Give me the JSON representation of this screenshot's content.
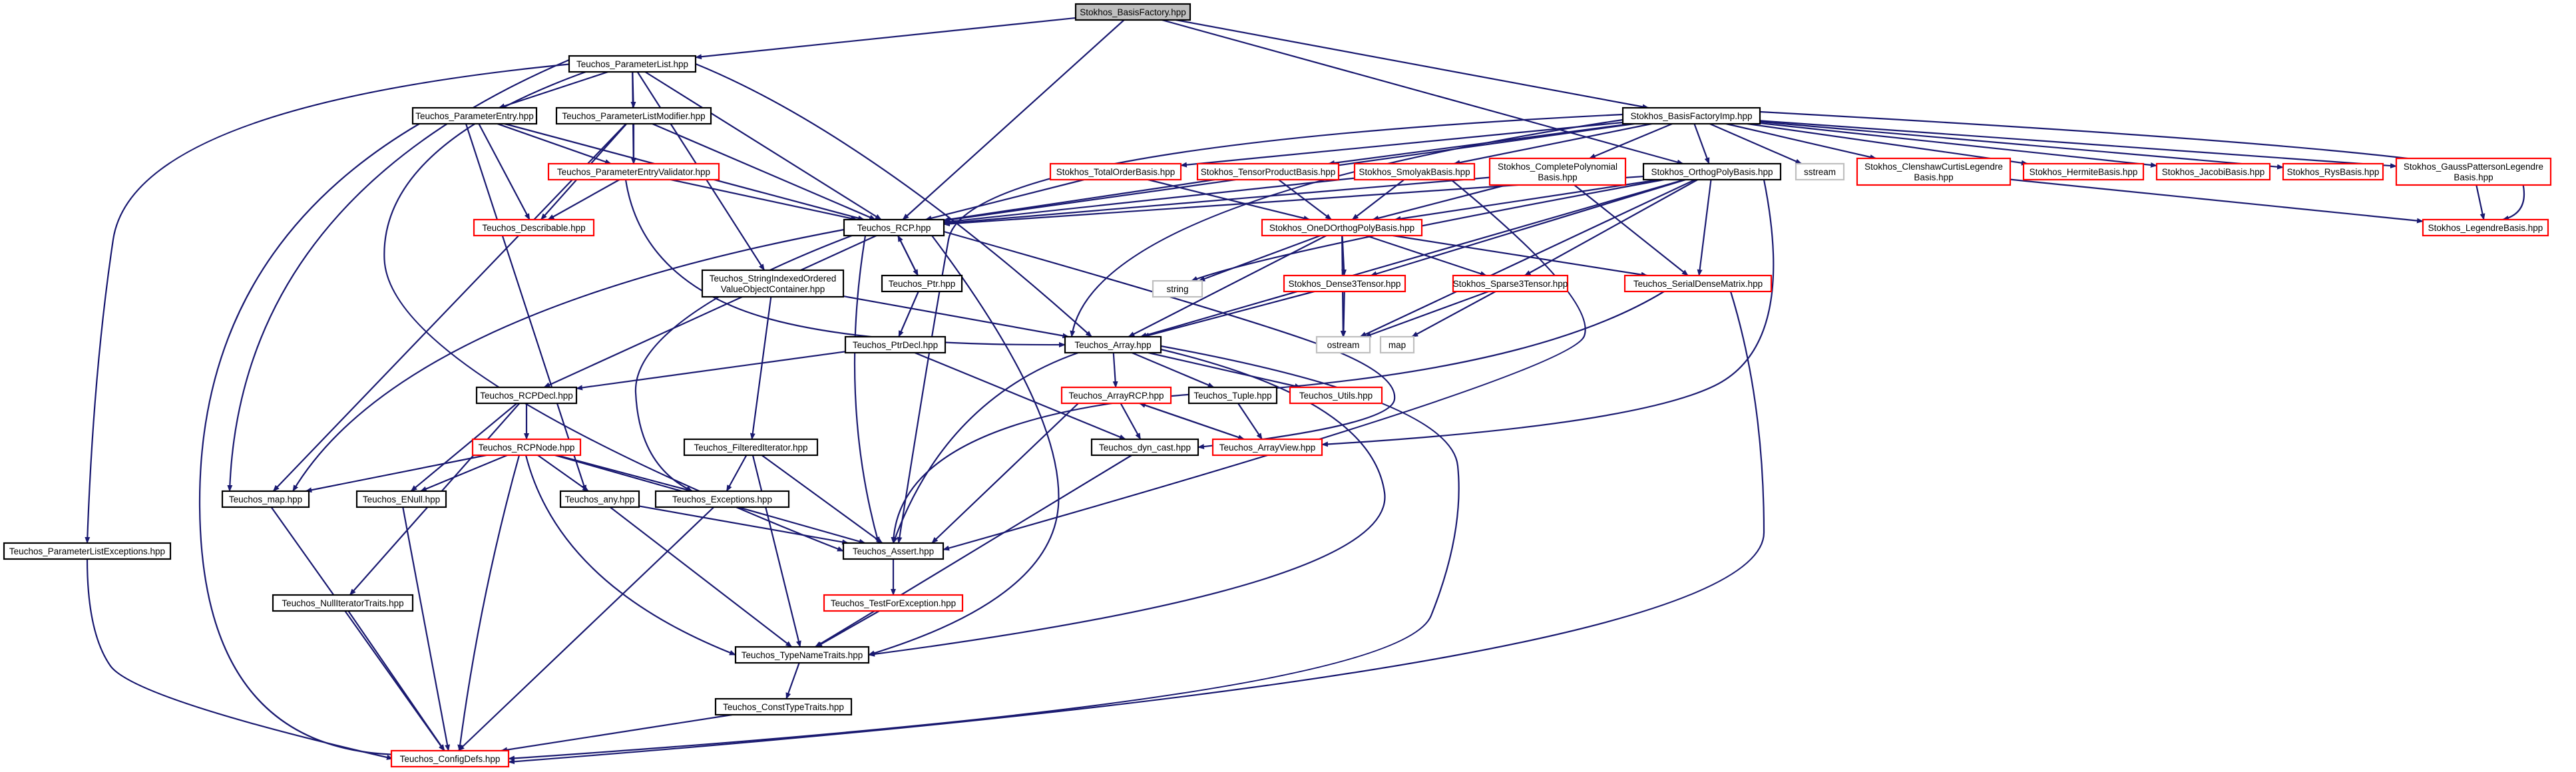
{
  "diagram": {
    "colors": {
      "edge": "#191970",
      "root_fill": "#bfbfbf",
      "normal_border": "#000000",
      "truncated_border": "#ff0000",
      "external_border": "#bfbfbf",
      "node_fill": "#ffffff"
    },
    "nodes": [
      {
        "id": "sbf",
        "label": [
          "Stokhos_BasisFactory.hpp"
        ],
        "style": "root"
      },
      {
        "id": "pl",
        "label": [
          "Teuchos_ParameterList.hpp"
        ],
        "style": "black"
      },
      {
        "id": "sbfi",
        "label": [
          "Stokhos_BasisFactoryImp.hpp"
        ],
        "style": "black"
      },
      {
        "id": "pe",
        "label": [
          "Teuchos_ParameterEntry.hpp"
        ],
        "style": "black"
      },
      {
        "id": "plm",
        "label": [
          "Teuchos_ParameterListModifier.hpp"
        ],
        "style": "black"
      },
      {
        "id": "pev",
        "label": [
          "Teuchos_ParameterEntryValidator.hpp"
        ],
        "style": "red"
      },
      {
        "id": "desc",
        "label": [
          "Teuchos_Describable.hpp"
        ],
        "style": "red"
      },
      {
        "id": "rcp",
        "label": [
          "Teuchos_RCP.hpp"
        ],
        "style": "black"
      },
      {
        "id": "sioc",
        "label": [
          "Teuchos_StringIndexedOrdered",
          "ValueObjectContainer.hpp"
        ],
        "style": "black"
      },
      {
        "id": "ptr",
        "label": [
          "Teuchos_Ptr.hpp"
        ],
        "style": "black"
      },
      {
        "id": "ptrd",
        "label": [
          "Teuchos_PtrDecl.hpp"
        ],
        "style": "black"
      },
      {
        "id": "rcpd",
        "label": [
          "Teuchos_RCPDecl.hpp"
        ],
        "style": "black"
      },
      {
        "id": "rcpn",
        "label": [
          "Teuchos_RCPNode.hpp"
        ],
        "style": "red"
      },
      {
        "id": "fi",
        "label": [
          "Teuchos_FilteredIterator.hpp"
        ],
        "style": "black"
      },
      {
        "id": "map",
        "label": [
          "Teuchos_map.hpp"
        ],
        "style": "black"
      },
      {
        "id": "enull",
        "label": [
          "Teuchos_ENull.hpp"
        ],
        "style": "black"
      },
      {
        "id": "any",
        "label": [
          "Teuchos_any.hpp"
        ],
        "style": "black"
      },
      {
        "id": "exc",
        "label": [
          "Teuchos_Exceptions.hpp"
        ],
        "style": "black"
      },
      {
        "id": "assert",
        "label": [
          "Teuchos_Assert.hpp"
        ],
        "style": "black"
      },
      {
        "id": "tfe",
        "label": [
          "Teuchos_TestForException.hpp"
        ],
        "style": "red"
      },
      {
        "id": "tnt",
        "label": [
          "Teuchos_TypeNameTraits.hpp"
        ],
        "style": "black"
      },
      {
        "id": "ctt",
        "label": [
          "Teuchos_ConstTypeTraits.hpp"
        ],
        "style": "black"
      },
      {
        "id": "cfg",
        "label": [
          "Teuchos_ConfigDefs.hpp"
        ],
        "style": "red"
      },
      {
        "id": "nit",
        "label": [
          "Teuchos_NullIteratorTraits.hpp"
        ],
        "style": "black"
      },
      {
        "id": "ple",
        "label": [
          "Teuchos_ParameterListExceptions.hpp"
        ],
        "style": "black"
      },
      {
        "id": "tob",
        "label": [
          "Stokhos_TotalOrderBasis.hpp"
        ],
        "style": "red"
      },
      {
        "id": "tpb",
        "label": [
          "Stokhos_TensorProductBasis.hpp"
        ],
        "style": "red"
      },
      {
        "id": "smb",
        "label": [
          "Stokhos_SmolyakBasis.hpp"
        ],
        "style": "red"
      },
      {
        "id": "cpb",
        "label": [
          "Stokhos_CompletePolynomial",
          "Basis.hpp"
        ],
        "style": "red"
      },
      {
        "id": "opb",
        "label": [
          "Stokhos_OrthogPolyBasis.hpp"
        ],
        "style": "black"
      },
      {
        "id": "sstream",
        "label": [
          "sstream"
        ],
        "style": "gray"
      },
      {
        "id": "cclb",
        "label": [
          "Stokhos_ClenshawCurtisLegendre",
          "Basis.hpp"
        ],
        "style": "red"
      },
      {
        "id": "hb",
        "label": [
          "Stokhos_HermiteBasis.hpp"
        ],
        "style": "red"
      },
      {
        "id": "jb",
        "label": [
          "Stokhos_JacobiBasis.hpp"
        ],
        "style": "red"
      },
      {
        "id": "rb",
        "label": [
          "Stokhos_RysBasis.hpp"
        ],
        "style": "red"
      },
      {
        "id": "gplb",
        "label": [
          "Stokhos_GaussPattersonLegendre",
          "Basis.hpp"
        ],
        "style": "red"
      },
      {
        "id": "lb",
        "label": [
          "Stokhos_LegendreBasis.hpp"
        ],
        "style": "red"
      },
      {
        "id": "odopb",
        "label": [
          "Stokhos_OneDOrthogPolyBasis.hpp"
        ],
        "style": "red"
      },
      {
        "id": "string",
        "label": [
          "string"
        ],
        "style": "gray"
      },
      {
        "id": "d3t",
        "label": [
          "Stokhos_Dense3Tensor.hpp"
        ],
        "style": "red"
      },
      {
        "id": "s3t",
        "label": [
          "Stokhos_Sparse3Tensor.hpp"
        ],
        "style": "red"
      },
      {
        "id": "sdm",
        "label": [
          "Teuchos_SerialDenseMatrix.hpp"
        ],
        "style": "red"
      },
      {
        "id": "ostream",
        "label": [
          "ostream"
        ],
        "style": "gray"
      },
      {
        "id": "mapstd",
        "label": [
          "map"
        ],
        "style": "gray"
      },
      {
        "id": "array",
        "label": [
          "Teuchos_Array.hpp"
        ],
        "style": "black"
      },
      {
        "id": "arcp",
        "label": [
          "Teuchos_ArrayRCP.hpp"
        ],
        "style": "red"
      },
      {
        "id": "tuple",
        "label": [
          "Teuchos_Tuple.hpp"
        ],
        "style": "black"
      },
      {
        "id": "utils",
        "label": [
          "Teuchos_Utils.hpp"
        ],
        "style": "red"
      },
      {
        "id": "dyn",
        "label": [
          "Teuchos_dyn_cast.hpp"
        ],
        "style": "black"
      },
      {
        "id": "av",
        "label": [
          "Teuchos_ArrayView.hpp"
        ],
        "style": "red"
      }
    ],
    "edges": [
      [
        "sbf",
        "pl"
      ],
      [
        "sbf",
        "rcp"
      ],
      [
        "sbf",
        "sbfi"
      ],
      [
        "sbf",
        "opb"
      ],
      [
        "pl",
        "pe"
      ],
      [
        "pl",
        "plm"
      ],
      [
        "pl",
        "pev"
      ],
      [
        "pl",
        "rcp"
      ],
      [
        "pl",
        "sioc"
      ],
      [
        "pl",
        "map"
      ],
      [
        "pl",
        "assert"
      ],
      [
        "pl",
        "array"
      ],
      [
        "pl",
        "ple"
      ],
      [
        "pe",
        "pev"
      ],
      [
        "pe",
        "rcp"
      ],
      [
        "pe",
        "any"
      ],
      [
        "pe",
        "desc"
      ],
      [
        "pe",
        "cfg"
      ],
      [
        "plm",
        "rcp"
      ],
      [
        "plm",
        "map"
      ],
      [
        "plm",
        "pev"
      ],
      [
        "plm",
        "desc"
      ],
      [
        "pev",
        "desc"
      ],
      [
        "pev",
        "rcp"
      ],
      [
        "pev",
        "array"
      ],
      [
        "rcp",
        "ptr"
      ],
      [
        "rcp",
        "rcpd"
      ],
      [
        "rcp",
        "map"
      ],
      [
        "rcp",
        "exc"
      ],
      [
        "rcp",
        "assert"
      ],
      [
        "rcp",
        "tnt"
      ],
      [
        "rcp",
        "dyn"
      ],
      [
        "ptr",
        "rcp"
      ],
      [
        "ptr",
        "ptrd"
      ],
      [
        "ptrd",
        "rcpd"
      ],
      [
        "ptrd",
        "dyn"
      ],
      [
        "sioc",
        "array"
      ],
      [
        "sioc",
        "fi"
      ],
      [
        "rcpd",
        "rcpn"
      ],
      [
        "rcpd",
        "enull"
      ],
      [
        "rcpd",
        "nit"
      ],
      [
        "rcpn",
        "map"
      ],
      [
        "rcpn",
        "enull"
      ],
      [
        "rcpn",
        "any"
      ],
      [
        "rcpn",
        "exc"
      ],
      [
        "rcpn",
        "assert"
      ],
      [
        "rcpn",
        "tnt"
      ],
      [
        "rcpn",
        "cfg"
      ],
      [
        "fi",
        "exc"
      ],
      [
        "fi",
        "assert"
      ],
      [
        "fi",
        "tnt"
      ],
      [
        "any",
        "assert"
      ],
      [
        "any",
        "tnt"
      ],
      [
        "exc",
        "cfg"
      ],
      [
        "assert",
        "tfe"
      ],
      [
        "tfe",
        "tnt"
      ],
      [
        "tnt",
        "ctt"
      ],
      [
        "ctt",
        "cfg"
      ],
      [
        "map",
        "cfg"
      ],
      [
        "enull",
        "cfg"
      ],
      [
        "nit",
        "cfg"
      ],
      [
        "ple",
        "cfg"
      ],
      [
        "array",
        "arcp"
      ],
      [
        "array",
        "tuple"
      ],
      [
        "array",
        "utils"
      ],
      [
        "array",
        "assert"
      ],
      [
        "array",
        "tnt"
      ],
      [
        "array",
        "cfg"
      ],
      [
        "arcp",
        "dyn"
      ],
      [
        "arcp",
        "av"
      ],
      [
        "arcp",
        "assert"
      ],
      [
        "av",
        "arcp"
      ],
      [
        "tuple",
        "av"
      ],
      [
        "dyn",
        "tnt"
      ],
      [
        "sbfi",
        "tob"
      ],
      [
        "sbfi",
        "tpb"
      ],
      [
        "sbfi",
        "smb"
      ],
      [
        "sbfi",
        "cpb"
      ],
      [
        "sbfi",
        "opb"
      ],
      [
        "sbfi",
        "sstream"
      ],
      [
        "sbfi",
        "cclb"
      ],
      [
        "sbfi",
        "hb"
      ],
      [
        "sbfi",
        "jb"
      ],
      [
        "sbfi",
        "rb"
      ],
      [
        "sbfi",
        "gplb"
      ],
      [
        "sbfi",
        "lb"
      ],
      [
        "sbfi",
        "rcp"
      ],
      [
        "sbfi",
        "array"
      ],
      [
        "sbfi",
        "assert"
      ],
      [
        "tob",
        "rcp"
      ],
      [
        "tob",
        "odopb"
      ],
      [
        "tpb",
        "rcp"
      ],
      [
        "tpb",
        "odopb"
      ],
      [
        "smb",
        "rcp"
      ],
      [
        "smb",
        "odopb"
      ],
      [
        "smb",
        "assert"
      ],
      [
        "cpb",
        "odopb"
      ],
      [
        "cpb",
        "sdm"
      ],
      [
        "cpb",
        "rcp"
      ],
      [
        "opb",
        "rcp"
      ],
      [
        "opb",
        "odopb"
      ],
      [
        "opb",
        "string"
      ],
      [
        "opb",
        "array"
      ],
      [
        "opb",
        "d3t"
      ],
      [
        "opb",
        "s3t"
      ],
      [
        "opb",
        "sdm"
      ],
      [
        "opb",
        "ostream"
      ],
      [
        "opb",
        "av"
      ],
      [
        "cclb",
        "lb"
      ],
      [
        "gplb",
        "lb"
      ],
      [
        "odopb",
        "string"
      ],
      [
        "odopb",
        "array"
      ],
      [
        "odopb",
        "d3t"
      ],
      [
        "odopb",
        "sdm"
      ],
      [
        "odopb",
        "ostream"
      ],
      [
        "odopb",
        "s3t"
      ],
      [
        "d3t",
        "array"
      ],
      [
        "d3t",
        "ostream"
      ],
      [
        "s3t",
        "ostream"
      ],
      [
        "s3t",
        "mapstd"
      ],
      [
        "sdm",
        "cfg"
      ],
      [
        "sdm",
        "assert"
      ]
    ]
  }
}
